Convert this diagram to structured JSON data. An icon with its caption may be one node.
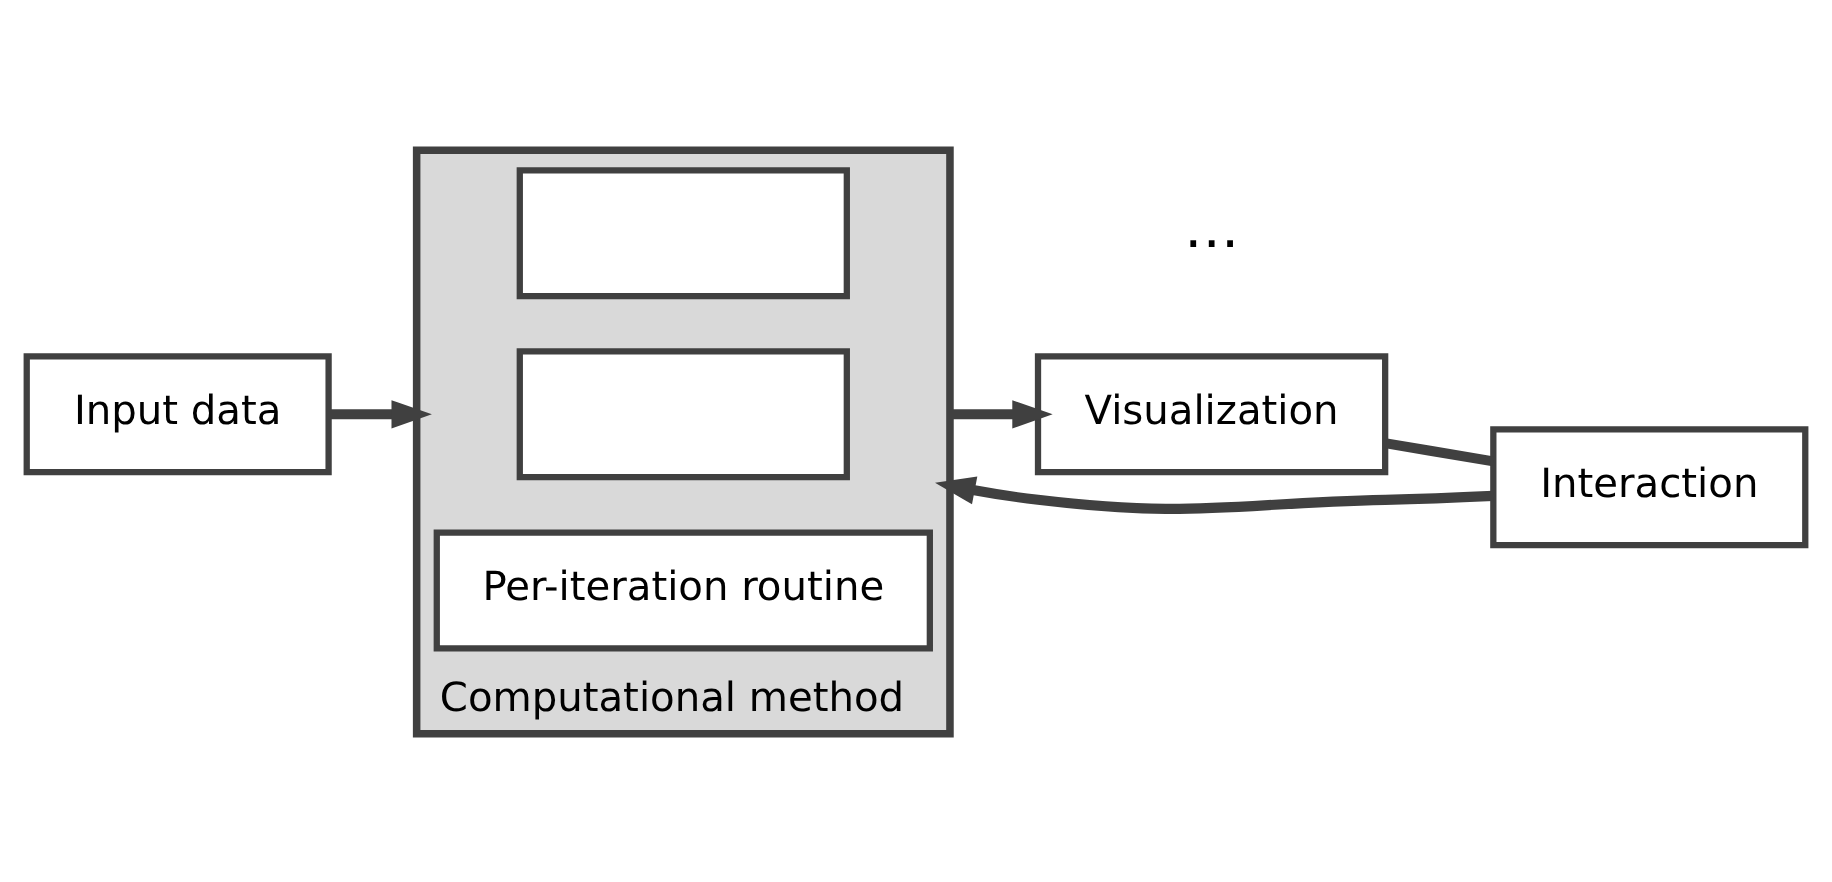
{
  "diagram": {
    "nodes": [
      {
        "text": [
          "Input data"
        ]
      },
      {
        "text": [
          "Computational method"
        ]
      },
      {
        "text": [
          "Per-iteration routine"
        ],
        "in": 1
      },
      {
        "text": [],
        "shape": "box",
        "in": 1
      },
      {
        "text": [],
        "shape": "box",
        "in": 1
      },
      {
        "text": [
          "Visualization"
        ]
      },
      {
        "text": [
          "Interaction"
        ]
      }
    ],
    "edges": [
      {
        "from": 0,
        "to": 1,
        "arrow": "to"
      },
      {
        "from": 1,
        "to": 5,
        "arrow": "to"
      },
      {
        "from": 5,
        "to": 6,
        "arrow": "none"
      },
      {
        "from": 6,
        "to": 1,
        "arrow": "to"
      }
    ],
    "labels": [
      "…"
    ]
  }
}
